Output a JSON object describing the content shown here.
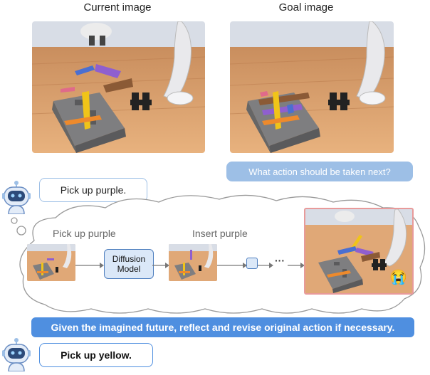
{
  "header": {
    "current_label": "Current image",
    "goal_label": "Goal image"
  },
  "question": "What action should be taken next?",
  "robot_reply_1": "Pick up purple.",
  "imagination": {
    "step1_label": "Pick up purple",
    "model_line1": "Diffusion",
    "model_line2": "Model",
    "step2_label": "Insert purple",
    "ellipsis": "···",
    "emoji": "😭"
  },
  "reflection": "Given the imagined future, reflect and revise original action if necessary.",
  "robot_reply_2": "Pick up yellow.",
  "colors": {
    "accent": "#4f8fe0",
    "light_blue": "#9dbfe6",
    "goal_frame": "#e89a9a"
  }
}
